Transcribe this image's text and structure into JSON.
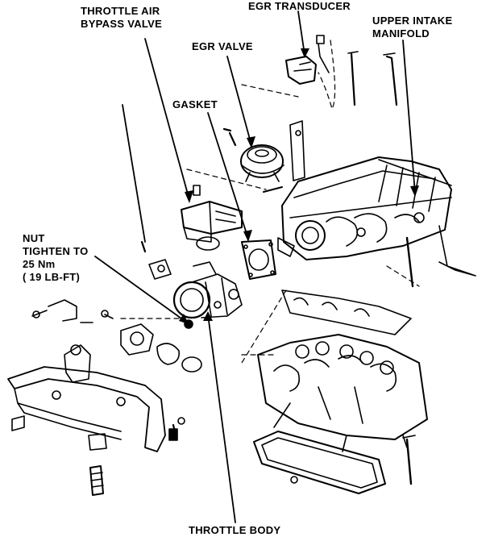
{
  "labels": {
    "throttle_air_bypass_valve": [
      "THROTTLE AIR",
      "BYPASS VALVE"
    ],
    "egr_transducer": "EGR TRANSDUCER",
    "upper_intake_manifold": [
      "UPPER INTAKE",
      "MANIFOLD"
    ],
    "egr_valve": "EGR VALVE",
    "gasket": "GASKET",
    "nut": [
      "NUT",
      "TIGHTEN TO",
      "25 Nm",
      "( 19 LB-FT)"
    ],
    "throttle_body": "THROTTLE BODY"
  },
  "colors": {
    "ink": "#000000",
    "paper": "#ffffff"
  }
}
